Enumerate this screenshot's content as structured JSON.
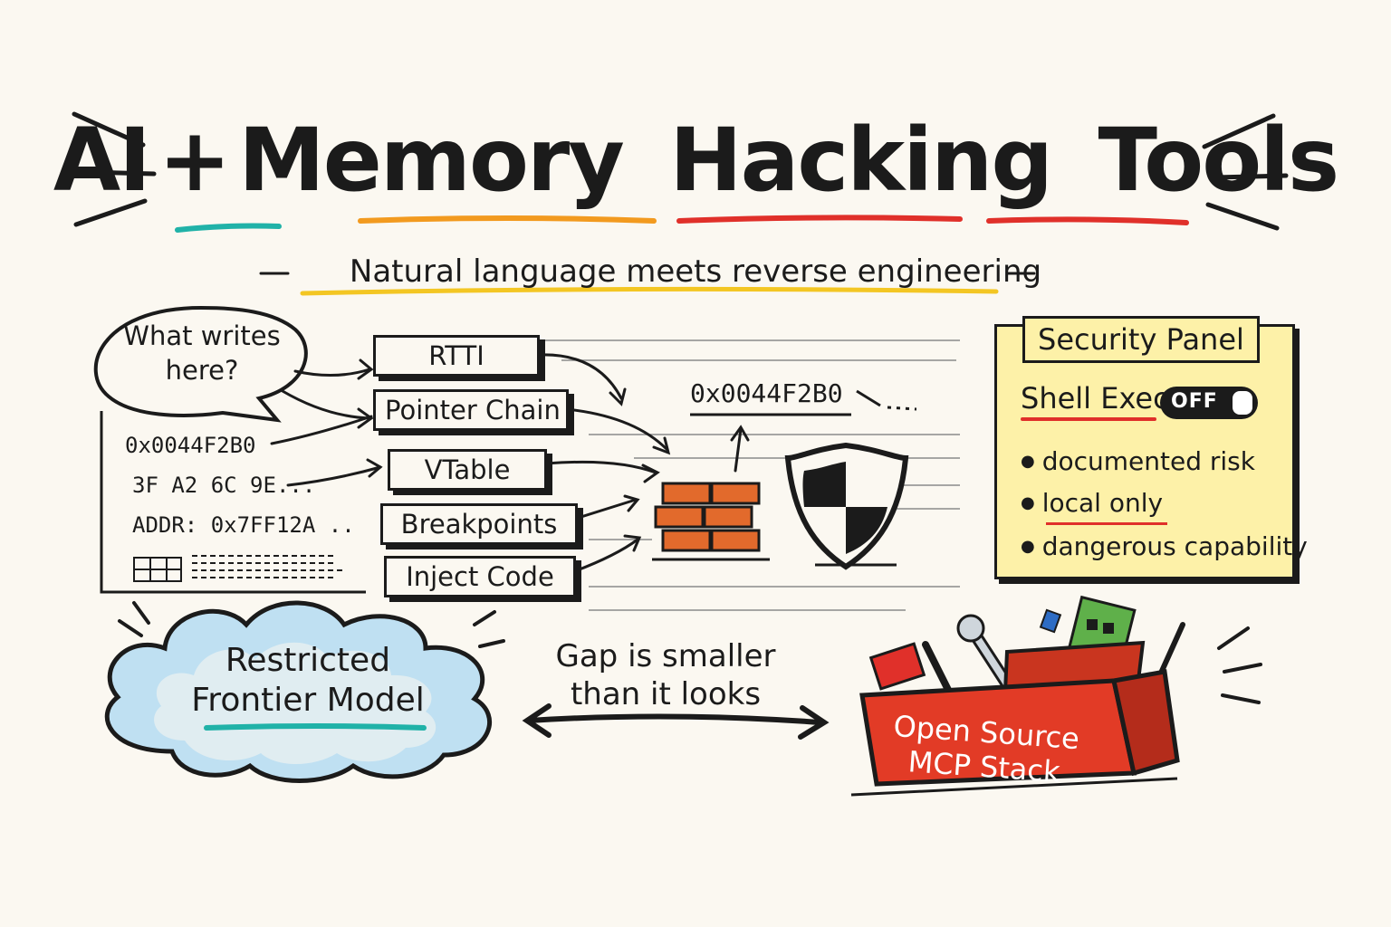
{
  "title": {
    "part1": "AI",
    "part2": "+",
    "part3": "Memory",
    "part4": "Hacking",
    "part5": "Tools"
  },
  "subtitle": "Natural language meets reverse engineering",
  "question_bubble": {
    "line1": "What writes",
    "line2": "here?"
  },
  "memory_dump": {
    "address": "0x0044F2B0",
    "bytes": "3F A2 6C 9E...",
    "addr_line": "ADDR: 0x7FF12A .."
  },
  "techniques": [
    "RTTI",
    "Pointer Chain",
    "VTable",
    "Breakpoints",
    "Inject Code"
  ],
  "target_address": "0x0044F2B0",
  "security_panel": {
    "title": "Security Panel",
    "shell_label": "Shell Exec:",
    "toggle_state": "OFF",
    "bullets": [
      "documented risk",
      "local only",
      "dangerous capability"
    ]
  },
  "cloud": {
    "line1": "Restricted",
    "line2": "Frontier Model"
  },
  "gap": {
    "line1": "Gap is smaller",
    "line2": "than it looks"
  },
  "toolbox": {
    "line1": "Open Source",
    "line2": "MCP Stack"
  },
  "icons": [
    "speech-bubble",
    "brick-wall-icon",
    "shield-icon",
    "warning-icon",
    "cloud-icon",
    "toolbox-icon",
    "wrench-icon",
    "circuit-board-icon"
  ],
  "colors": {
    "teal": "#20b2a8",
    "orange": "#f29a1f",
    "red": "#e0302a",
    "yellow": "#f3c623",
    "note": "#fdf1a8",
    "ink": "#1b1b1b",
    "cloud": "#bfe0f2"
  }
}
